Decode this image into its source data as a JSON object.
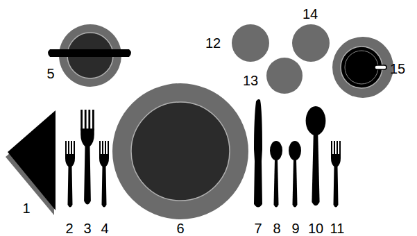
{
  "diagram": {
    "labels": [
      "1",
      "2",
      "3",
      "4",
      "5",
      "6",
      "7",
      "8",
      "9",
      "10",
      "11",
      "12",
      "13",
      "14",
      "15"
    ]
  }
}
